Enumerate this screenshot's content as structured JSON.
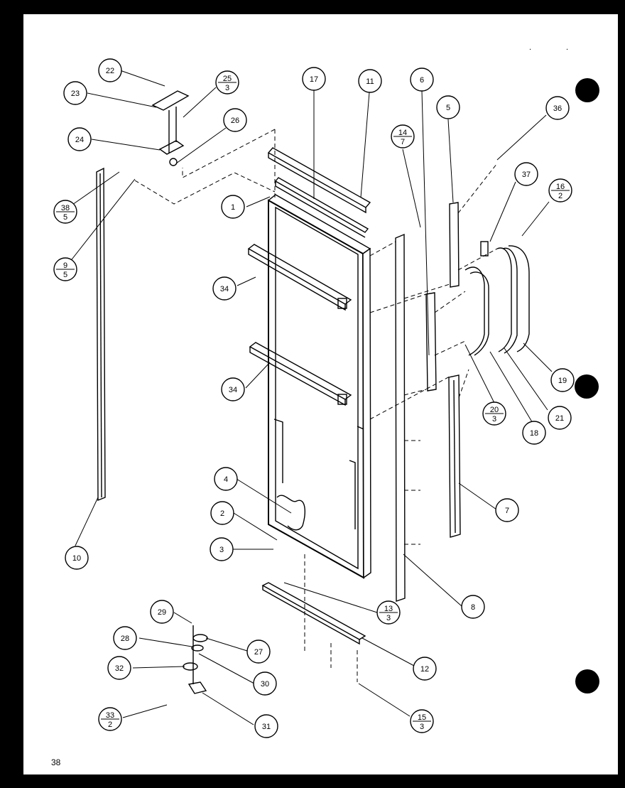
{
  "page_number": "38",
  "callouts": [
    {
      "id": "c22",
      "label": "22"
    },
    {
      "id": "c23",
      "label": "23"
    },
    {
      "id": "c25",
      "num": "25",
      "den": "3"
    },
    {
      "id": "c26",
      "label": "26"
    },
    {
      "id": "c24",
      "label": "24"
    },
    {
      "id": "c17",
      "label": "17"
    },
    {
      "id": "c11",
      "label": "11"
    },
    {
      "id": "c6",
      "label": "6"
    },
    {
      "id": "c14",
      "num": "14",
      "den": "7"
    },
    {
      "id": "c5",
      "label": "5"
    },
    {
      "id": "c36",
      "label": "36"
    },
    {
      "id": "c37",
      "label": "37"
    },
    {
      "id": "c16",
      "num": "16",
      "den": "2"
    },
    {
      "id": "c38",
      "num": "38",
      "den": "5"
    },
    {
      "id": "c9",
      "num": "9",
      "den": "5"
    },
    {
      "id": "c1",
      "label": "1"
    },
    {
      "id": "c34a",
      "label": "34"
    },
    {
      "id": "c34b",
      "label": "34"
    },
    {
      "id": "c19",
      "label": "19"
    },
    {
      "id": "c20",
      "num": "20",
      "den": "3"
    },
    {
      "id": "c21",
      "label": "21"
    },
    {
      "id": "c18",
      "label": "18"
    },
    {
      "id": "c4",
      "label": "4"
    },
    {
      "id": "c2",
      "label": "2"
    },
    {
      "id": "c3",
      "label": "3"
    },
    {
      "id": "c7",
      "label": "7"
    },
    {
      "id": "c10",
      "label": "10"
    },
    {
      "id": "c13",
      "num": "13",
      "den": "3"
    },
    {
      "id": "c8",
      "label": "8"
    },
    {
      "id": "c29",
      "label": "29"
    },
    {
      "id": "c28",
      "label": "28"
    },
    {
      "id": "c27",
      "label": "27"
    },
    {
      "id": "c12",
      "label": "12"
    },
    {
      "id": "c32",
      "label": "32"
    },
    {
      "id": "c30",
      "label": "30"
    },
    {
      "id": "c33",
      "num": "33",
      "den": "2"
    },
    {
      "id": "c15",
      "num": "15",
      "den": "3"
    },
    {
      "id": "c31",
      "label": "31"
    }
  ]
}
